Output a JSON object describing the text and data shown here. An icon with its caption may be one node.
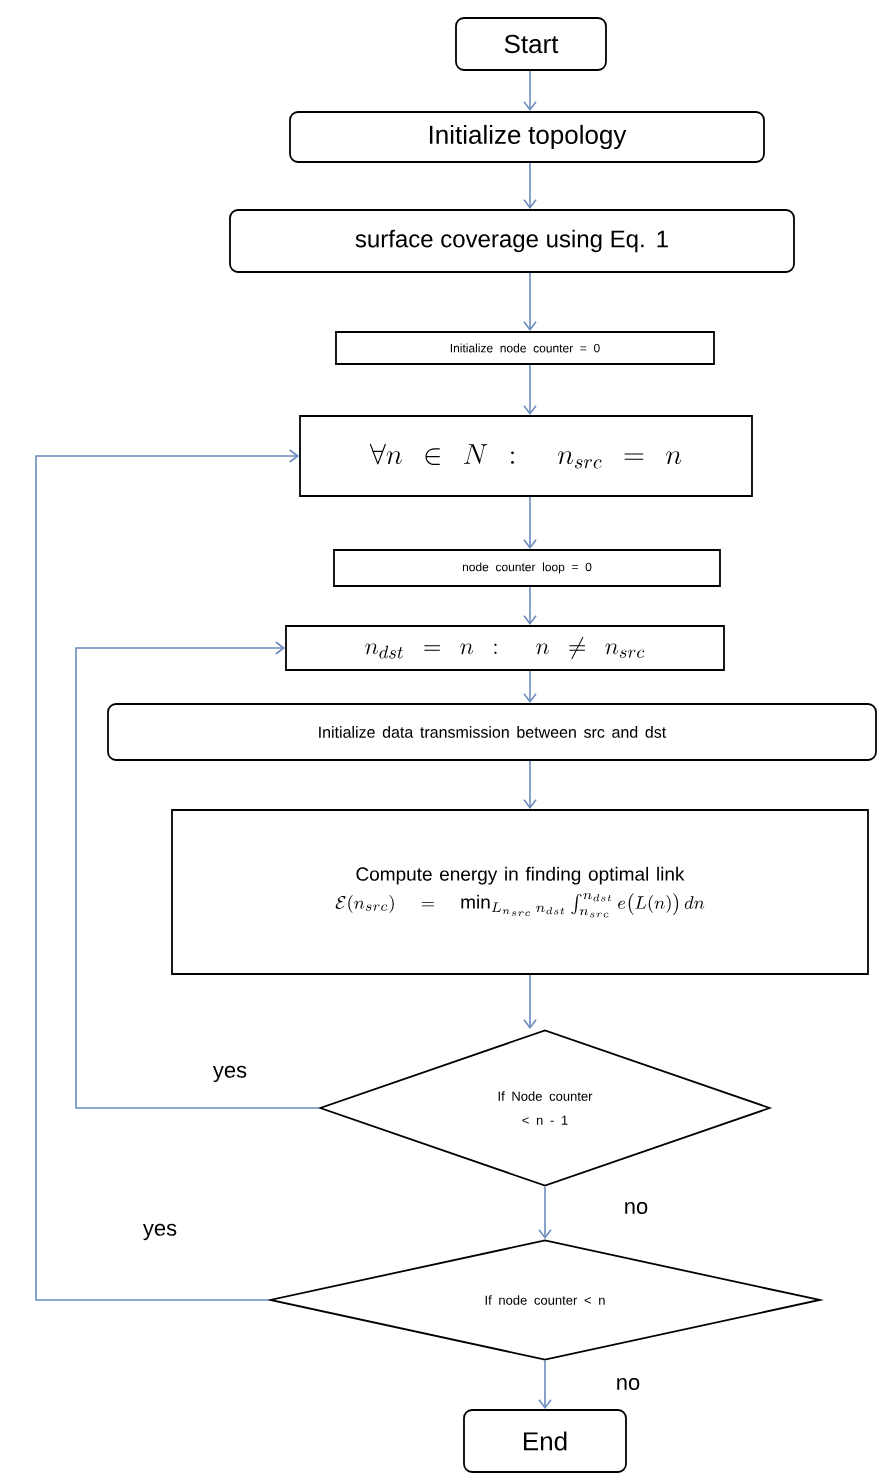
{
  "diagram": {
    "nodes": [
      {
        "text": [
          "Start"
        ]
      },
      {
        "text": [
          "Initialize topology"
        ]
      },
      {
        "text": [
          "surface coverage using Eq. 1"
        ]
      },
      {
        "text": [
          "Initialize node counter = 0"
        ]
      },
      {
        "text": [
          "\\forall n \\in N :\\; n_{src} = n"
        ]
      },
      {
        "text": [
          "node counter loop = 0"
        ]
      },
      {
        "text": [
          "n_{dst} = n :\\; n \\neq n_{src}"
        ]
      },
      {
        "text": [
          "Initialize  data transmission between  src and dst"
        ]
      },
      {
        "text": [
          "Compute energy  in finding optimal link",
          "\\mathcal{E}(n_{src}) = \\min_{L_{n_{src}}\\, n_{dst}} \\int_{n_{src}}^{n_{dst}} e\\big(L(n)\\big)\\,dn"
        ]
      },
      {
        "text": [
          "If Node counter < n - 1"
        ]
      },
      {
        "text": [
          "If node counter < n"
        ]
      },
      {
        "text": [
          "End"
        ]
      }
    ],
    "edges": [
      {
        "from": 0,
        "to": 1,
        "arrow": "to"
      },
      {
        "from": 1,
        "to": 2,
        "arrow": "to"
      },
      {
        "from": 2,
        "to": 3,
        "arrow": "to"
      },
      {
        "from": 3,
        "to": 4,
        "arrow": "to"
      },
      {
        "from": 4,
        "to": 5,
        "arrow": "to"
      },
      {
        "from": 5,
        "to": 6,
        "arrow": "to"
      },
      {
        "from": 6,
        "to": 7,
        "arrow": "to"
      },
      {
        "from": 7,
        "to": 8,
        "arrow": "to"
      },
      {
        "from": 8,
        "to": 9,
        "arrow": "to"
      },
      {
        "from": 9,
        "to": 6,
        "arrow": "to",
        "label": "yes"
      },
      {
        "from": 9,
        "to": 10,
        "arrow": "to",
        "label": "no"
      },
      {
        "from": 10,
        "to": 4,
        "arrow": "to",
        "label": "yes"
      },
      {
        "from": 10,
        "to": 11,
        "arrow": "to",
        "label": "no"
      }
    ]
  }
}
